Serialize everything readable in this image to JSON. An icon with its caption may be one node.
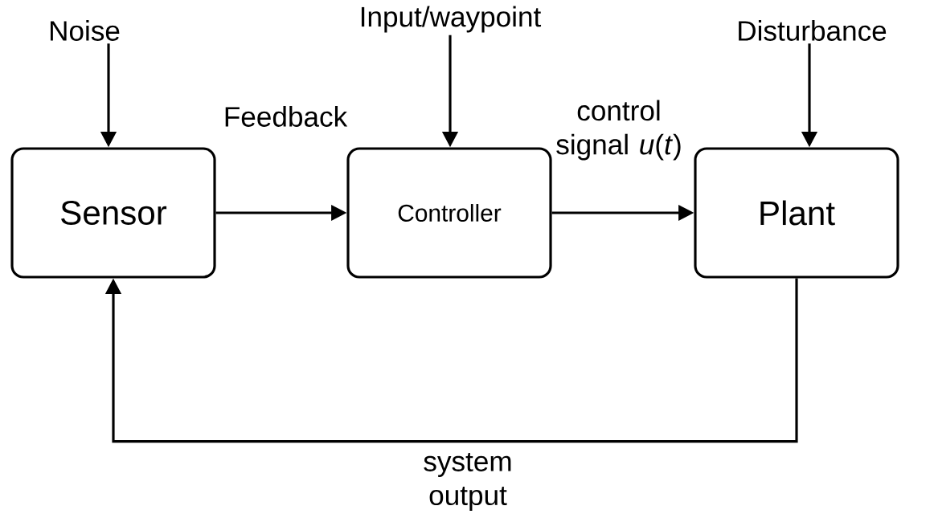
{
  "diagram": {
    "nodes": [
      {
        "text": [
          "Noise"
        ]
      },
      {
        "text": [
          "Input/waypoint"
        ]
      },
      {
        "text": [
          "Disturbance"
        ]
      },
      {
        "text": [
          "Sensor"
        ]
      },
      {
        "text": [
          "Controller"
        ]
      },
      {
        "text": [
          "Plant"
        ]
      }
    ],
    "edges": [
      {
        "from": 0,
        "to": 3,
        "arrow": "to"
      },
      {
        "from": 1,
        "to": 4,
        "arrow": "to"
      },
      {
        "from": 2,
        "to": 5,
        "arrow": "to"
      },
      {
        "from": 3,
        "to": 4,
        "arrow": "to",
        "label": "Feedback"
      },
      {
        "from": 4,
        "to": 5,
        "arrow": "to",
        "label": "control signal *u*(*t*)"
      },
      {
        "from": 5,
        "to": 3,
        "arrow": "to",
        "label": "system output"
      }
    ]
  }
}
